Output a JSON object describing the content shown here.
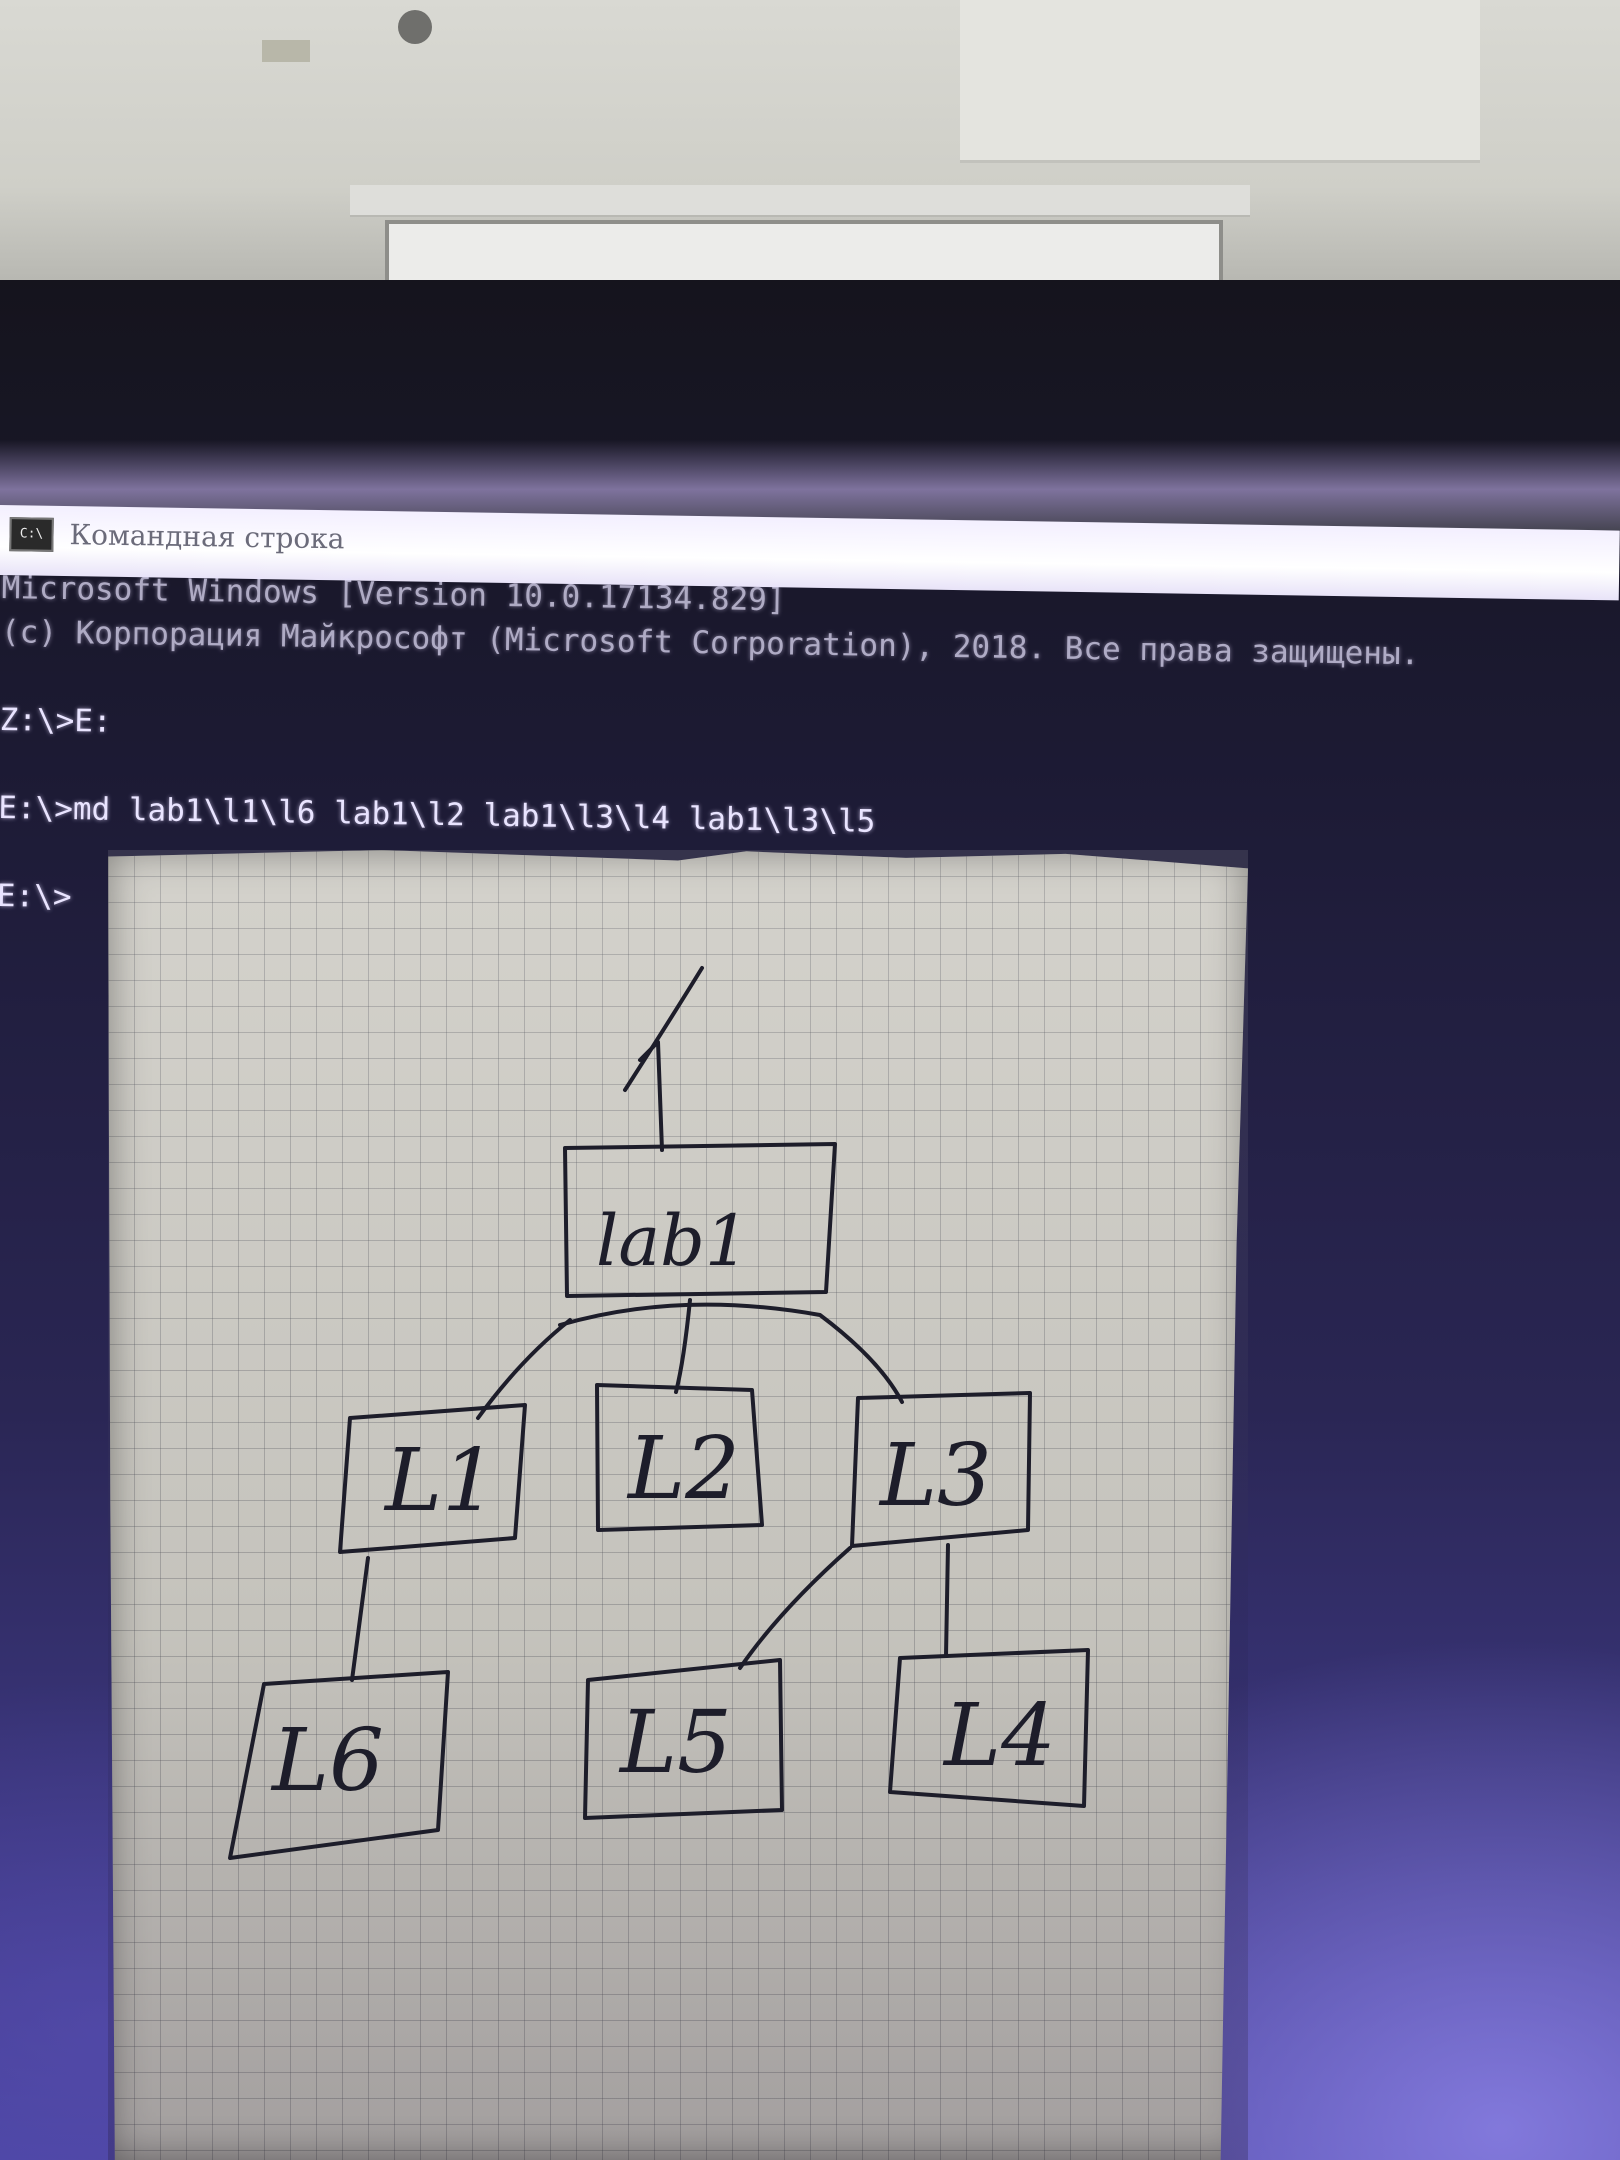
{
  "window": {
    "title": "Командная строка",
    "icon": "cmd-window-icon"
  },
  "console": {
    "lines": [
      "Microsoft Windows [Version 10.0.17134.829]",
      "(c) Корпорация Майкрософт (Microsoft Corporation), 2018. Все права защищены.",
      "",
      "Z:\\>E:",
      "",
      "E:\\>md lab1\\l1\\l6 lab1\\l2 lab1\\l3\\l4 lab1\\l3\\l5",
      "",
      "E:\\>"
    ]
  },
  "diagram": {
    "root_marker": "/",
    "nodes": {
      "lab1": "lab1",
      "l1": "L1",
      "l2": "L2",
      "l3": "L3",
      "l6": "L6",
      "l5": "L5",
      "l4": "L4"
    },
    "edges": [
      [
        "root",
        "lab1"
      ],
      [
        "lab1",
        "L1"
      ],
      [
        "lab1",
        "L2"
      ],
      [
        "lab1",
        "L3"
      ],
      [
        "L1",
        "L6"
      ],
      [
        "L3",
        "L5"
      ],
      [
        "L3",
        "L4"
      ]
    ]
  },
  "colors": {
    "console_text": "#e9e4ff",
    "ink": "#1d1d2a",
    "paper": "#cfcdc6"
  }
}
